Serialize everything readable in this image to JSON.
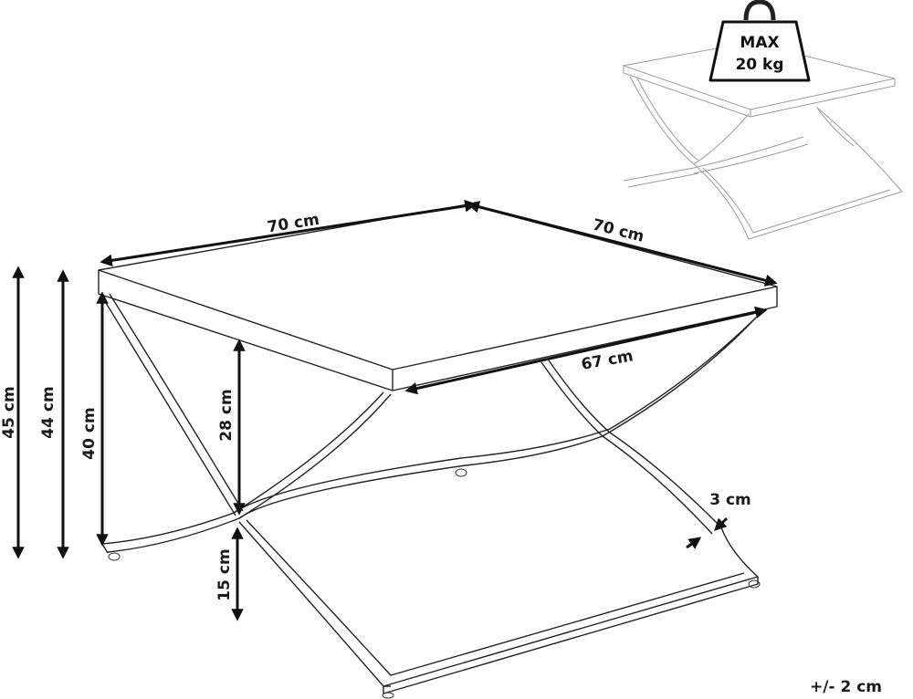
{
  "diagram": {
    "dimensions": {
      "top_width": "70 cm",
      "top_depth": "70 cm",
      "inner_width": "67 cm",
      "total_height": "45 cm",
      "frame_height": "44 cm",
      "leg_height": "40 cm",
      "upper_leg": "28 cm",
      "lower_leg": "15 cm",
      "bar_width": "3 cm"
    },
    "weight": {
      "line1": "MAX",
      "line2": "20 kg"
    },
    "tolerance": "+/- 2 cm"
  }
}
